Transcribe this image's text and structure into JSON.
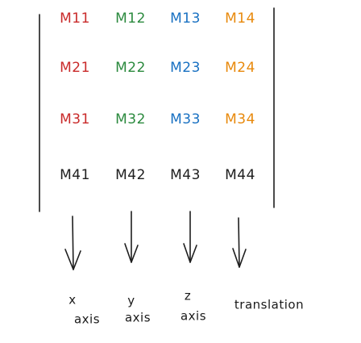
{
  "matrix": {
    "rows": [
      [
        "M11",
        "M12",
        "M13",
        "M14"
      ],
      [
        "M21",
        "M22",
        "M23",
        "M24"
      ],
      [
        "M31",
        "M32",
        "M33",
        "M34"
      ],
      [
        "M41",
        "M42",
        "M43",
        "M44"
      ]
    ],
    "column_colors": [
      "#c92a2a",
      "#2b8a3e",
      "#1971c2",
      "#e8890c"
    ],
    "last_row_color": "#1e1e1e"
  },
  "labels": {
    "x_axis": {
      "line1": "x",
      "line2": "axis"
    },
    "y_axis": {
      "line1": "y",
      "line2": "axis"
    },
    "z_axis": {
      "line1": "z",
      "line2": "axis"
    },
    "translation": "translation"
  }
}
